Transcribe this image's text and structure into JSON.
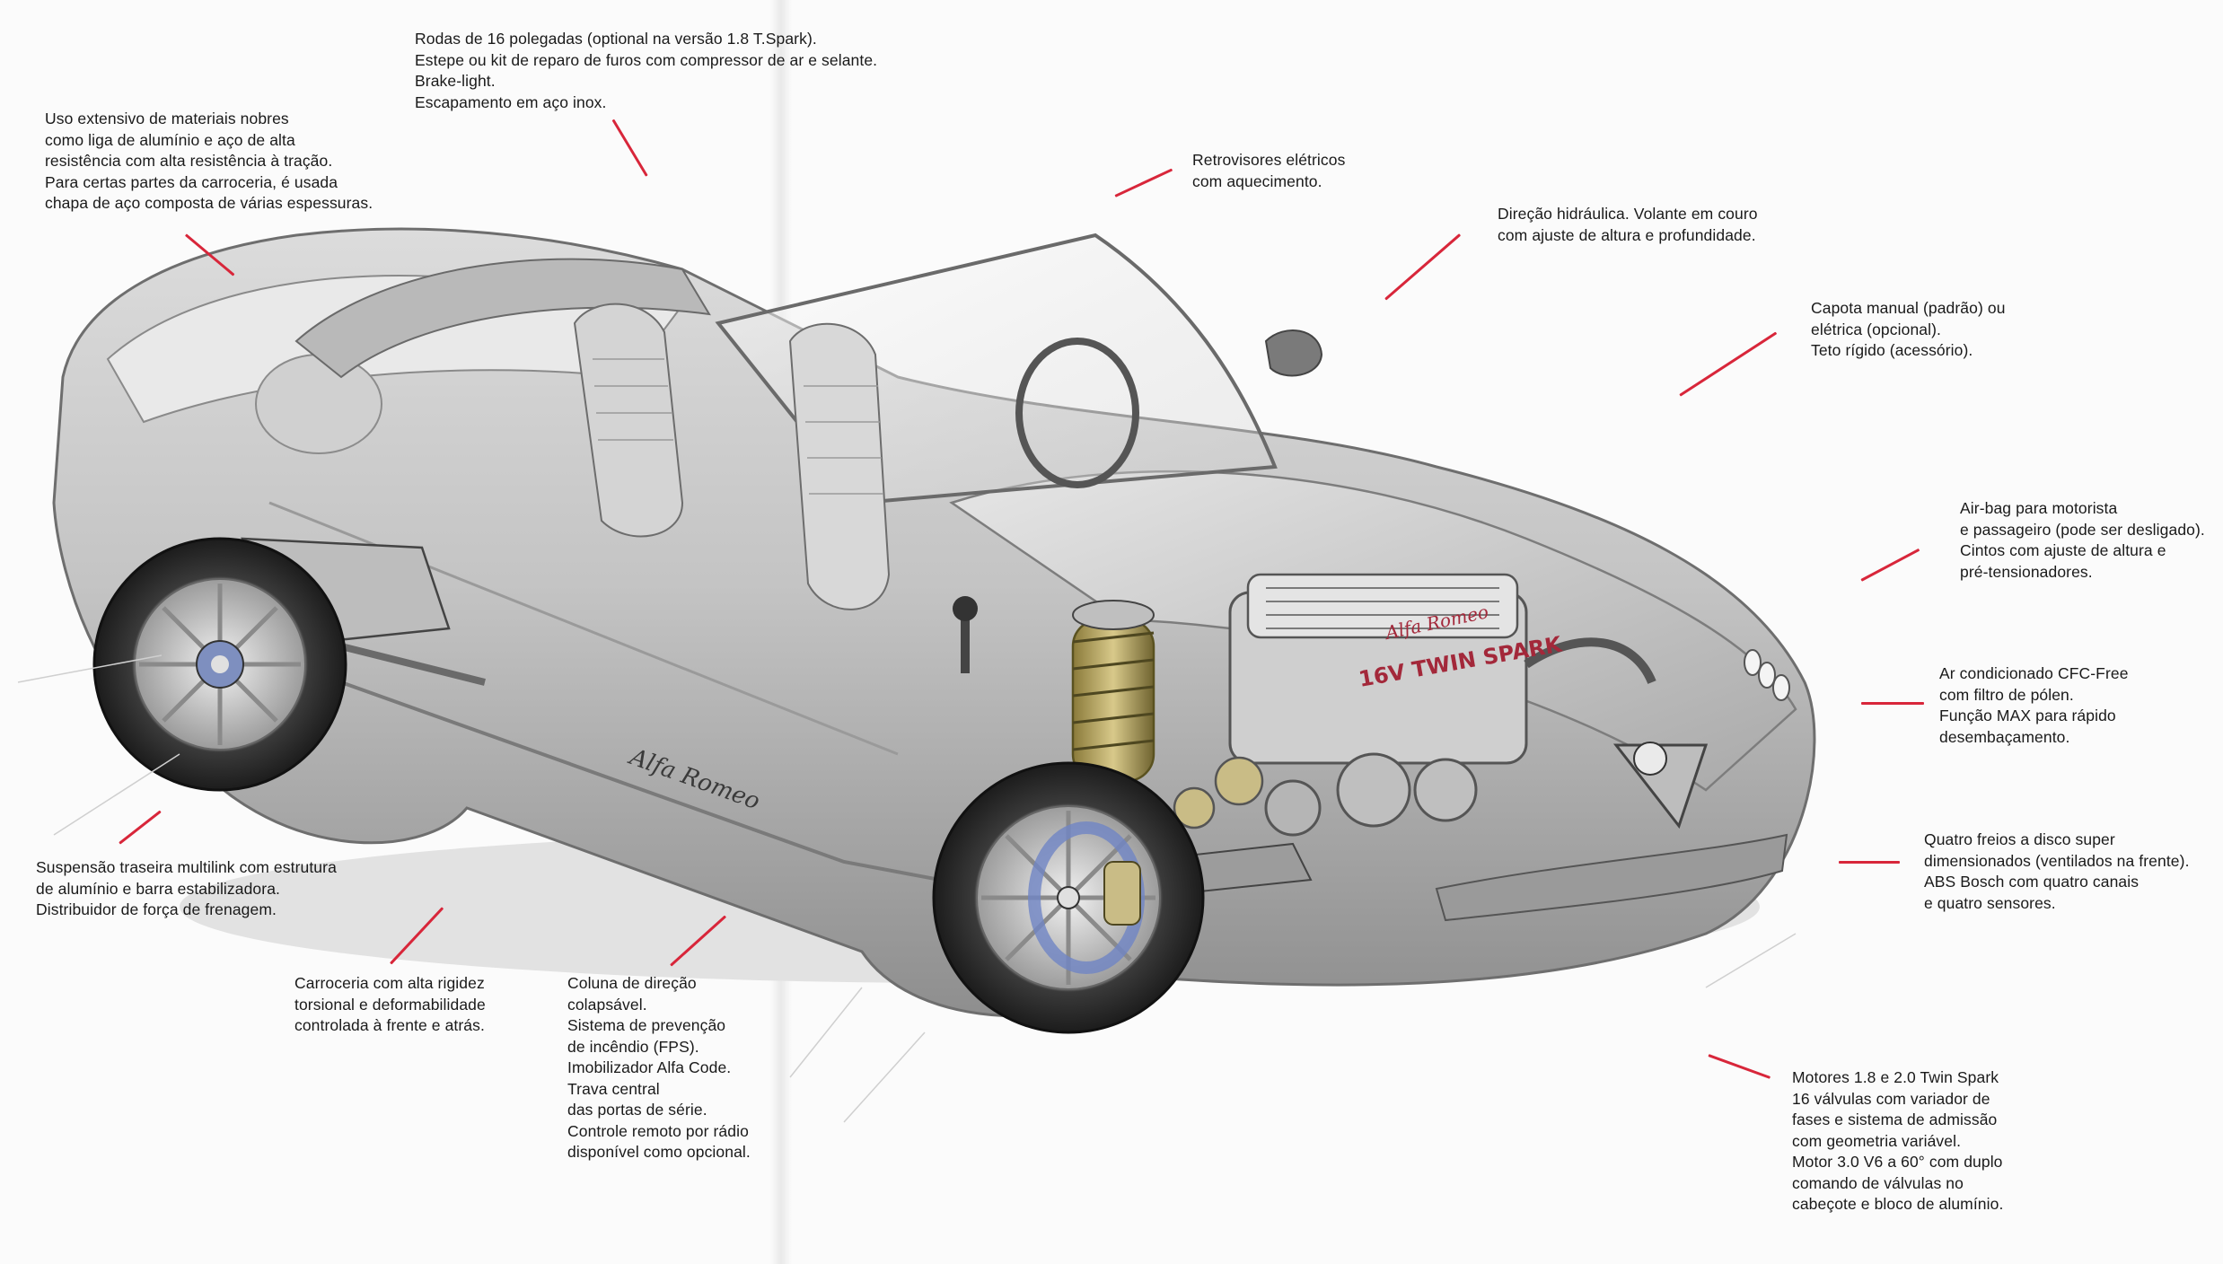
{
  "page": {
    "captions": [
      {
        "id": "materials",
        "text": "Uso extensivo de materiais nobres\ncomo liga de alumínio e aço de alta\nresistência com alta resistência à tração.\nPara certas partes da carroceria, é usada\nchapa de aço composta de várias espessuras."
      },
      {
        "id": "wheels",
        "text": "Rodas de 16 polegadas (optional na versão 1.8 T.Spark).\nEstepe ou kit de reparo de furos com compressor de ar e selante.\nBrake-light.\nEscapamento em aço inox."
      },
      {
        "id": "mirrors",
        "text": "Retrovisores elétricos\ncom aquecimento."
      },
      {
        "id": "steering",
        "text": "Direção hidráulica. Volante em couro\ncom ajuste de altura e profundidade."
      },
      {
        "id": "top",
        "text": "Capota manual (padrão) ou\nelétrica (opcional).\nTeto rígido (acessório)."
      },
      {
        "id": "airbag",
        "text": "Air-bag para motorista\ne passageiro (pode ser desligado).\nCintos com ajuste de altura e\npré-tensionadores."
      },
      {
        "id": "aircon",
        "text": "Ar condicionado CFC-Free\ncom filtro de pólen.\nFunção MAX para rápido\ndesembaçamento."
      },
      {
        "id": "brakes",
        "text": "Quatro freios a disco super\ndimensionados (ventilados na frente).\nABS Bosch com quatro canais\ne quatro sensores."
      },
      {
        "id": "engines",
        "text": "Motores 1.8 e 2.0 Twin Spark\n16 válvulas com variador de\nfases e sistema de admissão\ncom geometria variável.\nMotor 3.0 V6 a 60° com duplo\ncomando de válvulas no\ncabeçote e  bloco de alumínio."
      },
      {
        "id": "column",
        "text": "Coluna de direção\ncolapsável.\nSistema de prevenção\nde incêndio (FPS).\nImobilizador Alfa Code.\nTrava central\ndas portas de série.\nControle remoto por rádio\ndisponível como opcional."
      },
      {
        "id": "body",
        "text": "Carroceria com alta rigidez\ntorsional e deformabilidade\ncontrolada à frente e atrás."
      },
      {
        "id": "suspension",
        "text": "Suspensão traseira multilink com estrutura\nde alumínio e barra estabilizadora.\nDistribuidor de força de frenagem."
      }
    ]
  },
  "illustration": {
    "side_script": "Alfa Romeo",
    "badge_script": "Alfa Romeo",
    "engine_text": "16V TWIN SPARK"
  },
  "colors": {
    "leader": "#d8263a",
    "text": "#1a1a1a",
    "paper": "#fbfbfb"
  }
}
